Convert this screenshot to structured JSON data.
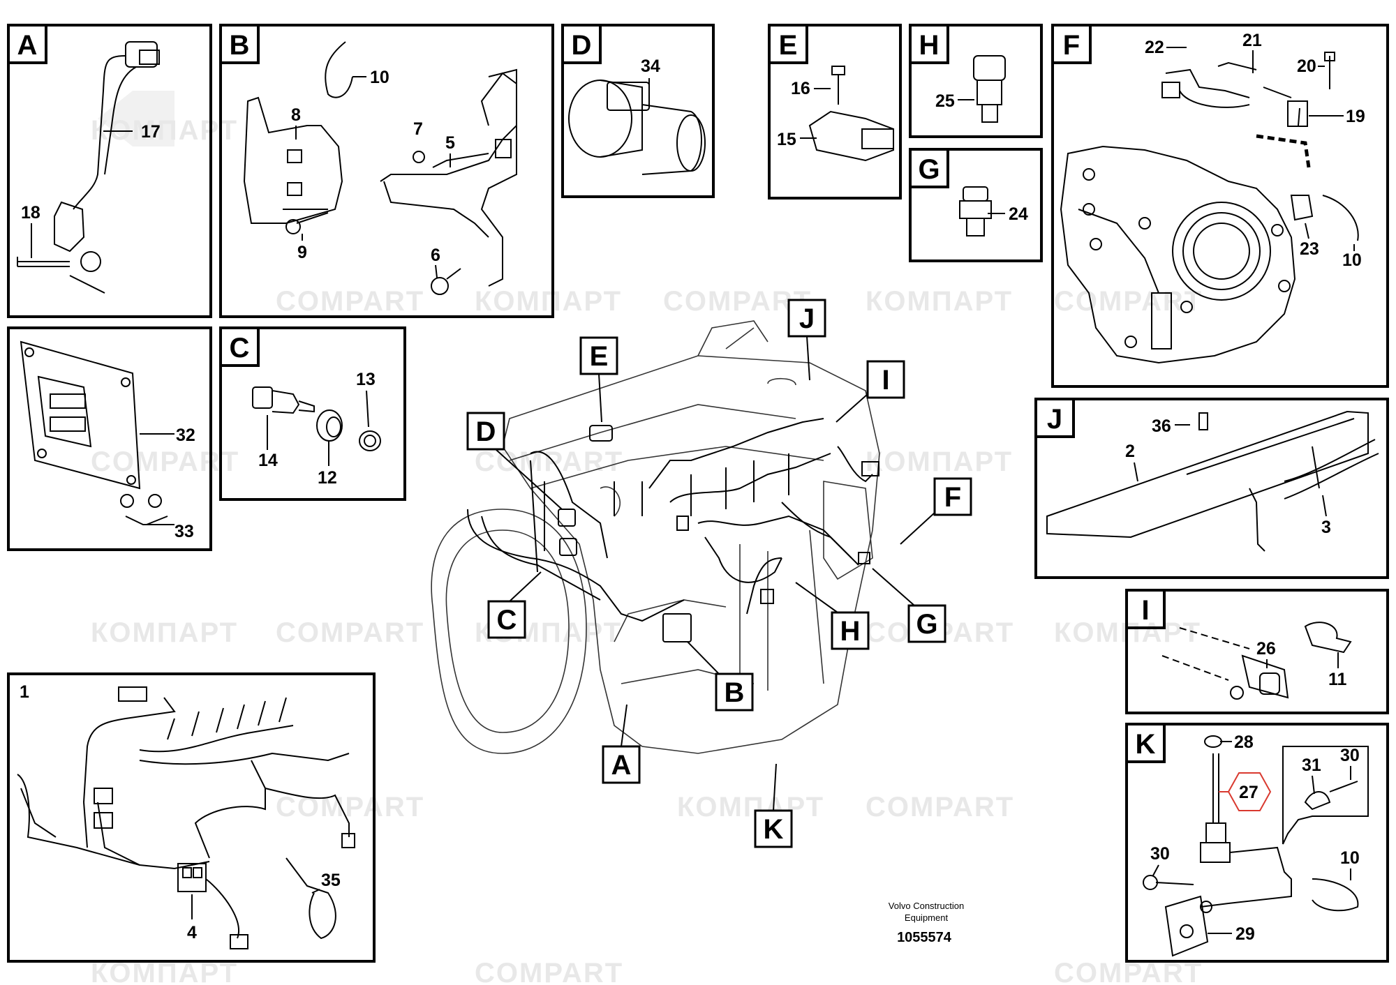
{
  "watermark": {
    "text_latin": "COMPART",
    "text_cyrillic": "КОМПАРТ"
  },
  "footer": {
    "company_line1": "Volvo Construction",
    "company_line2": "Equipment",
    "drawing_number": "1055574"
  },
  "panels": {
    "A": {
      "letter": "A",
      "callouts": [
        "17",
        "18"
      ]
    },
    "B": {
      "letter": "B",
      "callouts": [
        "10",
        "8",
        "7",
        "5",
        "9",
        "6"
      ]
    },
    "C": {
      "letter": "C",
      "callouts": [
        "13",
        "14",
        "12"
      ]
    },
    "D": {
      "letter": "D",
      "callouts": [
        "34"
      ]
    },
    "E": {
      "letter": "E",
      "callouts": [
        "16",
        "15"
      ]
    },
    "H": {
      "letter": "H",
      "callouts": [
        "25"
      ]
    },
    "G": {
      "letter": "G",
      "callouts": [
        "24"
      ]
    },
    "F": {
      "letter": "F",
      "callouts": [
        "22",
        "21",
        "20",
        "19",
        "23",
        "10"
      ]
    },
    "ECU": {
      "callouts": [
        "32",
        "33"
      ]
    },
    "J": {
      "letter": "J",
      "callouts": [
        "36",
        "2",
        "3"
      ]
    },
    "I": {
      "letter": "I",
      "callouts": [
        "26",
        "11"
      ]
    },
    "K": {
      "letter": "K",
      "callouts": [
        "28",
        "27",
        "31",
        "30",
        "30",
        "10",
        "29"
      ]
    },
    "harness": {
      "label": "1",
      "callouts": [
        "35",
        "4"
      ]
    }
  },
  "engine_tags": [
    "E",
    "J",
    "I",
    "D",
    "F",
    "C",
    "H",
    "G",
    "B",
    "A",
    "K"
  ]
}
